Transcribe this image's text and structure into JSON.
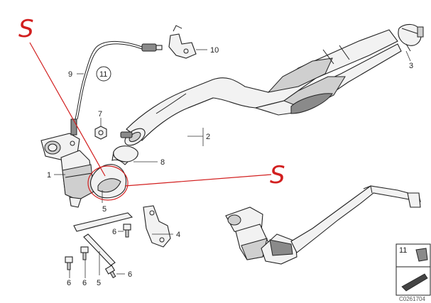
{
  "callouts": {
    "p1": "1",
    "p2": "2",
    "p3": "3",
    "p4": "4",
    "p5_top": "5",
    "p5_bottom": "5",
    "p6_a": "6",
    "p6_b": "6",
    "p6_c": "6",
    "p6_d": "6",
    "p7": "7",
    "p8": "8",
    "p9": "9",
    "p10": "10",
    "p11_circle": "11",
    "p11_box": "11"
  },
  "annotations": {
    "mark_left": "S",
    "mark_right": "S"
  },
  "document_id": "C0261704",
  "colors": {
    "annotation": "#d21f1f",
    "linework": "#222222"
  }
}
